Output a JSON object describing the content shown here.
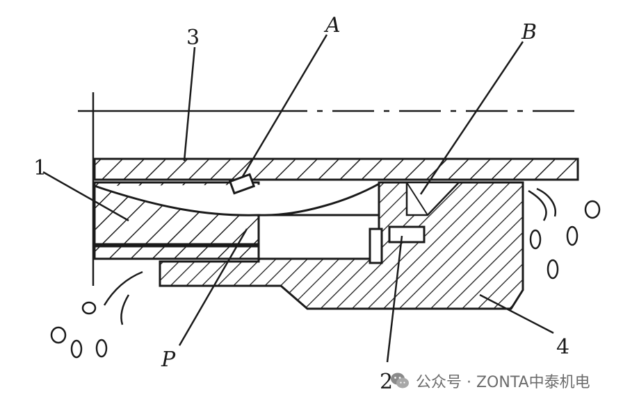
{
  "labels": {
    "part1": "1",
    "part2": "2",
    "part3": "3",
    "part4": "4",
    "pointA": "A",
    "pointB": "B",
    "pointP": "P"
  },
  "watermark": {
    "text": "公众号 · ZONTA中泰机电",
    "icon": "wechat-icon"
  },
  "colors": {
    "ink": "#1a1a1a",
    "watermark": "#6b6b6b"
  }
}
